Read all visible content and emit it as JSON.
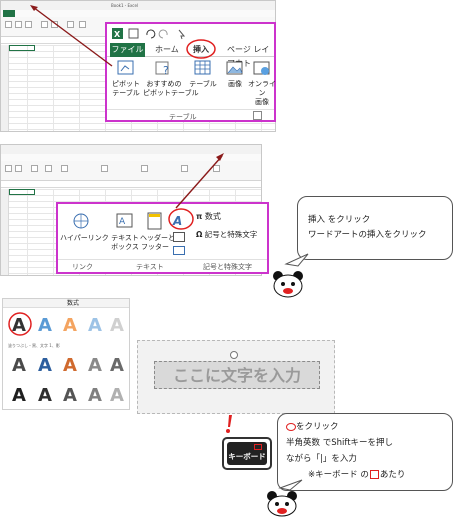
{
  "step1": {
    "tabs": [
      "ファイル",
      "ホーム",
      "挿入",
      "ページ レイアウト"
    ],
    "buttons": [
      {
        "label_1": "ピボット",
        "label_2": "テーブル",
        "icon": "pivot-table-icon"
      },
      {
        "label_1": "おすすめの",
        "label_2": "ピボットテーブル",
        "icon": "recommended-pivot-icon"
      },
      {
        "label_1": "テーブル",
        "label_2": "",
        "icon": "table-icon"
      },
      {
        "label_1": "画像",
        "label_2": "",
        "icon": "picture-icon"
      },
      {
        "label_1": "オンライン",
        "label_2": "画像",
        "icon": "online-picture-icon"
      }
    ],
    "group_label": "テーブル"
  },
  "step2": {
    "buttons": [
      {
        "label_1": "ハイパーリンク",
        "label_2": "",
        "icon": "hyperlink-icon"
      },
      {
        "label_1": "テキスト",
        "label_2": "ボックス",
        "icon": "textbox-icon"
      },
      {
        "label_1": "ヘッダーと",
        "label_2": "フッター",
        "icon": "header-footer-icon"
      }
    ],
    "symbols": {
      "equation": "数式",
      "symbol": "記号と特殊文字"
    },
    "groups": [
      "リンク",
      "テキスト",
      "記号と特殊文字"
    ]
  },
  "callout1": {
    "line1": "挿入 をクリック",
    "line2": "ワードアートの挿入をクリック"
  },
  "gallery": {
    "equation": "数式",
    "glyph": "A"
  },
  "textbox": {
    "text": "ここに文字を入力"
  },
  "key": {
    "label": "キーボード"
  },
  "callout2": {
    "line1": "をクリック",
    "line2": "半角英数 でShiftキーを押し",
    "line3": "ながら「|」を入力",
    "line4": "※キーボード の",
    "line4_tail": "あたり"
  },
  "colors": {
    "excel_green": "#217346",
    "highlight": "#cc33cc",
    "annotation_red": "#e02020"
  }
}
